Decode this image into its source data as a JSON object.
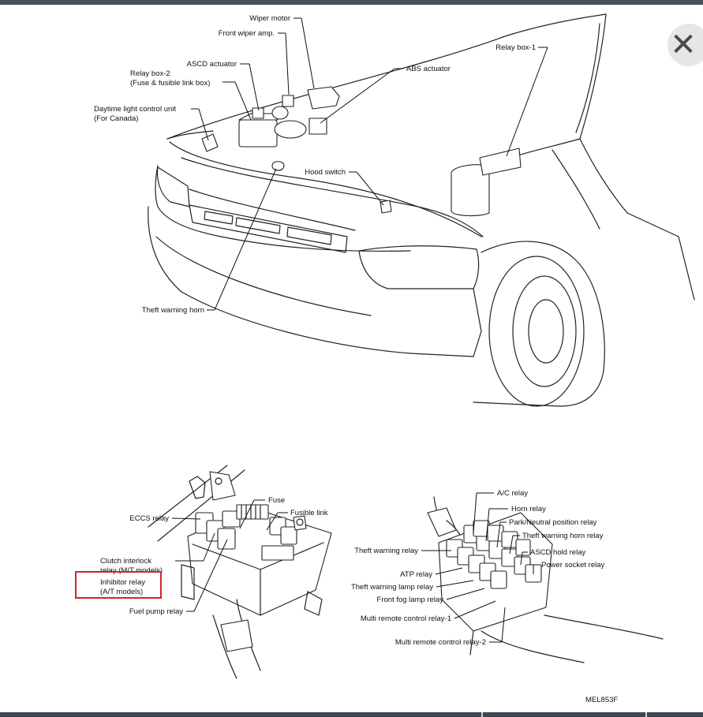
{
  "labels": {
    "wiper_motor": "Wiper motor",
    "front_wiper_amp": "Front wiper amp.",
    "ascd_actuator": "ASCD actuator",
    "relay_box_2_line1": "Relay box-2",
    "relay_box_2_line2": "(Fuse & fusible link box)",
    "daytime_line1": "Daytime light control unit",
    "daytime_line2": "(For Canada)",
    "abs_actuator": "ABS actuator",
    "relay_box_1": "Relay box-1",
    "hood_switch": "Hood switch",
    "theft_warning_horn": "Theft warning horn",
    "fuse": "Fuse",
    "fusible_link": "Fusible link",
    "eccs_relay": "ECCS relay",
    "clutch_line1": "Clutch interlock",
    "clutch_line2": "relay (M/T models)",
    "inhibitor_line1": "Inhibitor relay",
    "inhibitor_line2": "(A/T models)",
    "fuel_pump_relay": "Fuel pump relay",
    "ac_relay": "A/C relay",
    "horn_relay": "Horn relay",
    "park_neutral_relay": "Park/Neutral position relay",
    "theft_warning_horn_relay": "Theft warning horn relay",
    "ascd_hold_relay": "ASCD hold relay",
    "power_socket_relay": "Power socket relay",
    "theft_warning_relay": "Theft warning relay",
    "atp_relay": "ATP relay",
    "theft_warning_lamp_relay": "Theft warning lamp relay",
    "front_fog_lamp_relay": "Front fog lamp relay",
    "multi_remote_1": "Multi remote control relay-1",
    "multi_remote_2": "Multi remote control relay-2",
    "figure_code": "MEL853F"
  },
  "close_button": {
    "icon": "close-icon",
    "glyph": "✕"
  },
  "colors": {
    "highlight": "#d0252a",
    "top_bar": "#46505f",
    "bottom_bar": "#3e4653"
  }
}
